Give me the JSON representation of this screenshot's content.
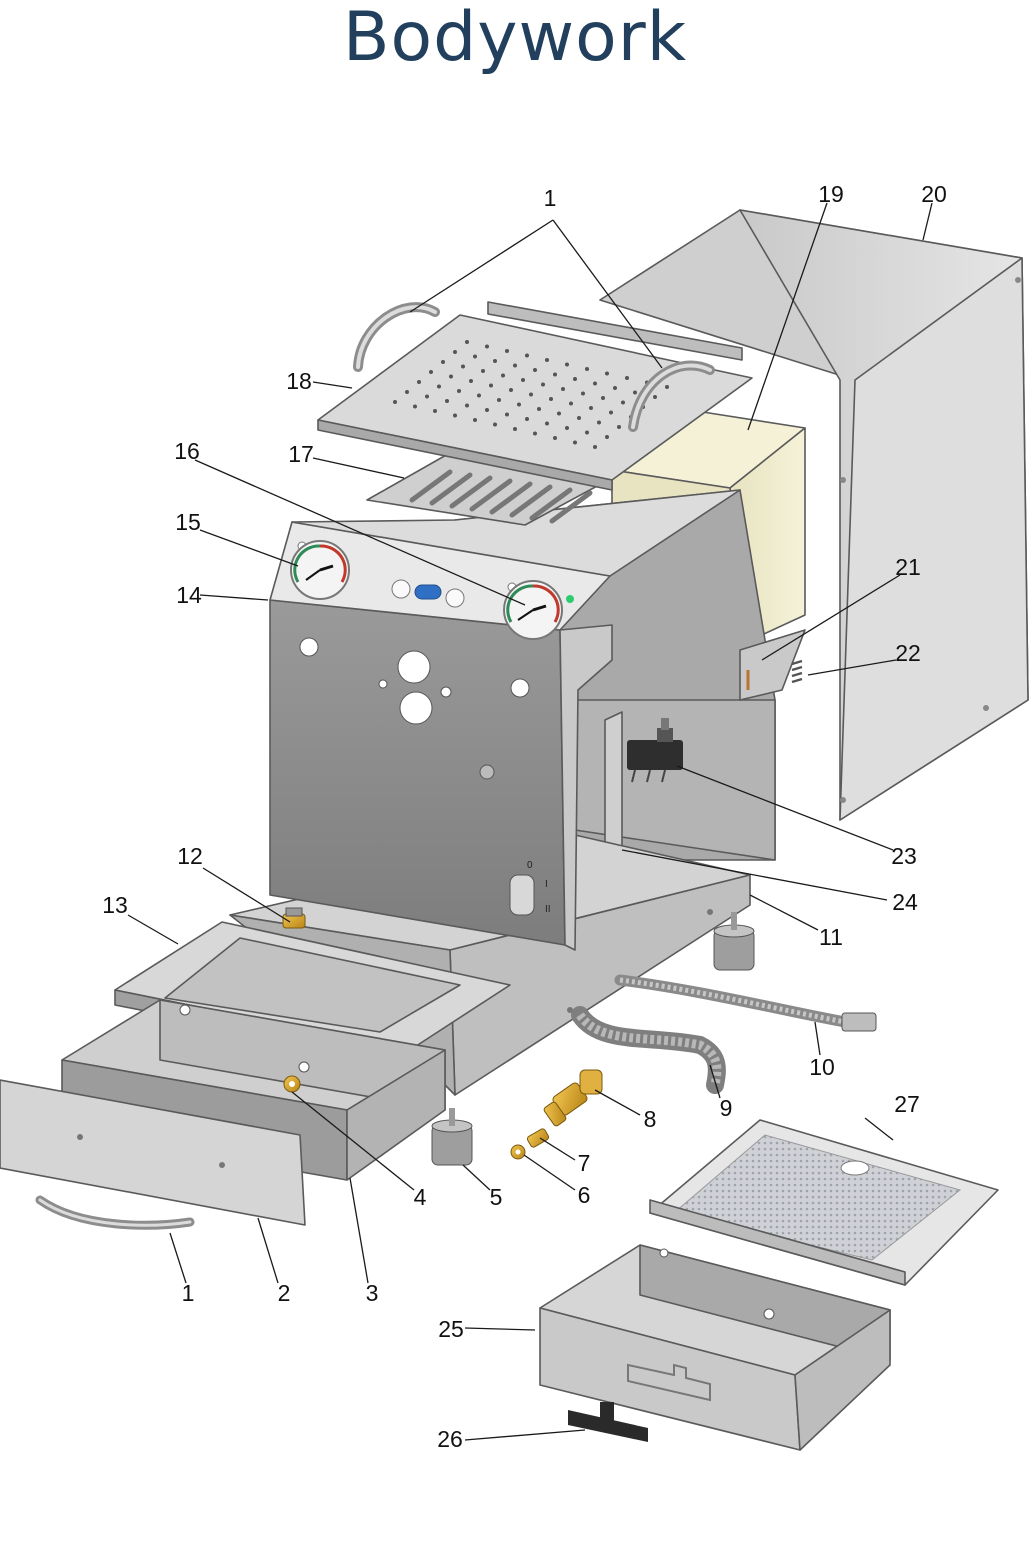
{
  "title": "Bodywork",
  "colors": {
    "title": "#22405e",
    "steel_light": "#d9d9d9",
    "steel_mid": "#b7b7b7",
    "steel_dark": "#8f8f8f",
    "brass": "#d9a630",
    "tank": "#efeccd",
    "gauge_red": "#c0392b",
    "gauge_green": "#2e8b57",
    "button_blue": "#2f6fc4"
  },
  "callouts": [
    {
      "id": "c1a",
      "label": "1"
    },
    {
      "id": "c1b",
      "label": "1"
    },
    {
      "id": "c2",
      "label": "2"
    },
    {
      "id": "c3",
      "label": "3"
    },
    {
      "id": "c4",
      "label": "4"
    },
    {
      "id": "c5",
      "label": "5"
    },
    {
      "id": "c6",
      "label": "6"
    },
    {
      "id": "c7",
      "label": "7"
    },
    {
      "id": "c8",
      "label": "8"
    },
    {
      "id": "c9",
      "label": "9"
    },
    {
      "id": "c10",
      "label": "10"
    },
    {
      "id": "c11",
      "label": "11"
    },
    {
      "id": "c12",
      "label": "12"
    },
    {
      "id": "c13",
      "label": "13"
    },
    {
      "id": "c14",
      "label": "14"
    },
    {
      "id": "c15",
      "label": "15"
    },
    {
      "id": "c16",
      "label": "16"
    },
    {
      "id": "c17",
      "label": "17"
    },
    {
      "id": "c18",
      "label": "18"
    },
    {
      "id": "c19",
      "label": "19"
    },
    {
      "id": "c20",
      "label": "20"
    },
    {
      "id": "c21",
      "label": "21"
    },
    {
      "id": "c22",
      "label": "22"
    },
    {
      "id": "c23",
      "label": "23"
    },
    {
      "id": "c24",
      "label": "24"
    },
    {
      "id": "c25",
      "label": "25"
    },
    {
      "id": "c26",
      "label": "26"
    },
    {
      "id": "c27",
      "label": "27"
    }
  ],
  "switch_marks": {
    "zero": "0",
    "one": "I",
    "two": "II"
  }
}
